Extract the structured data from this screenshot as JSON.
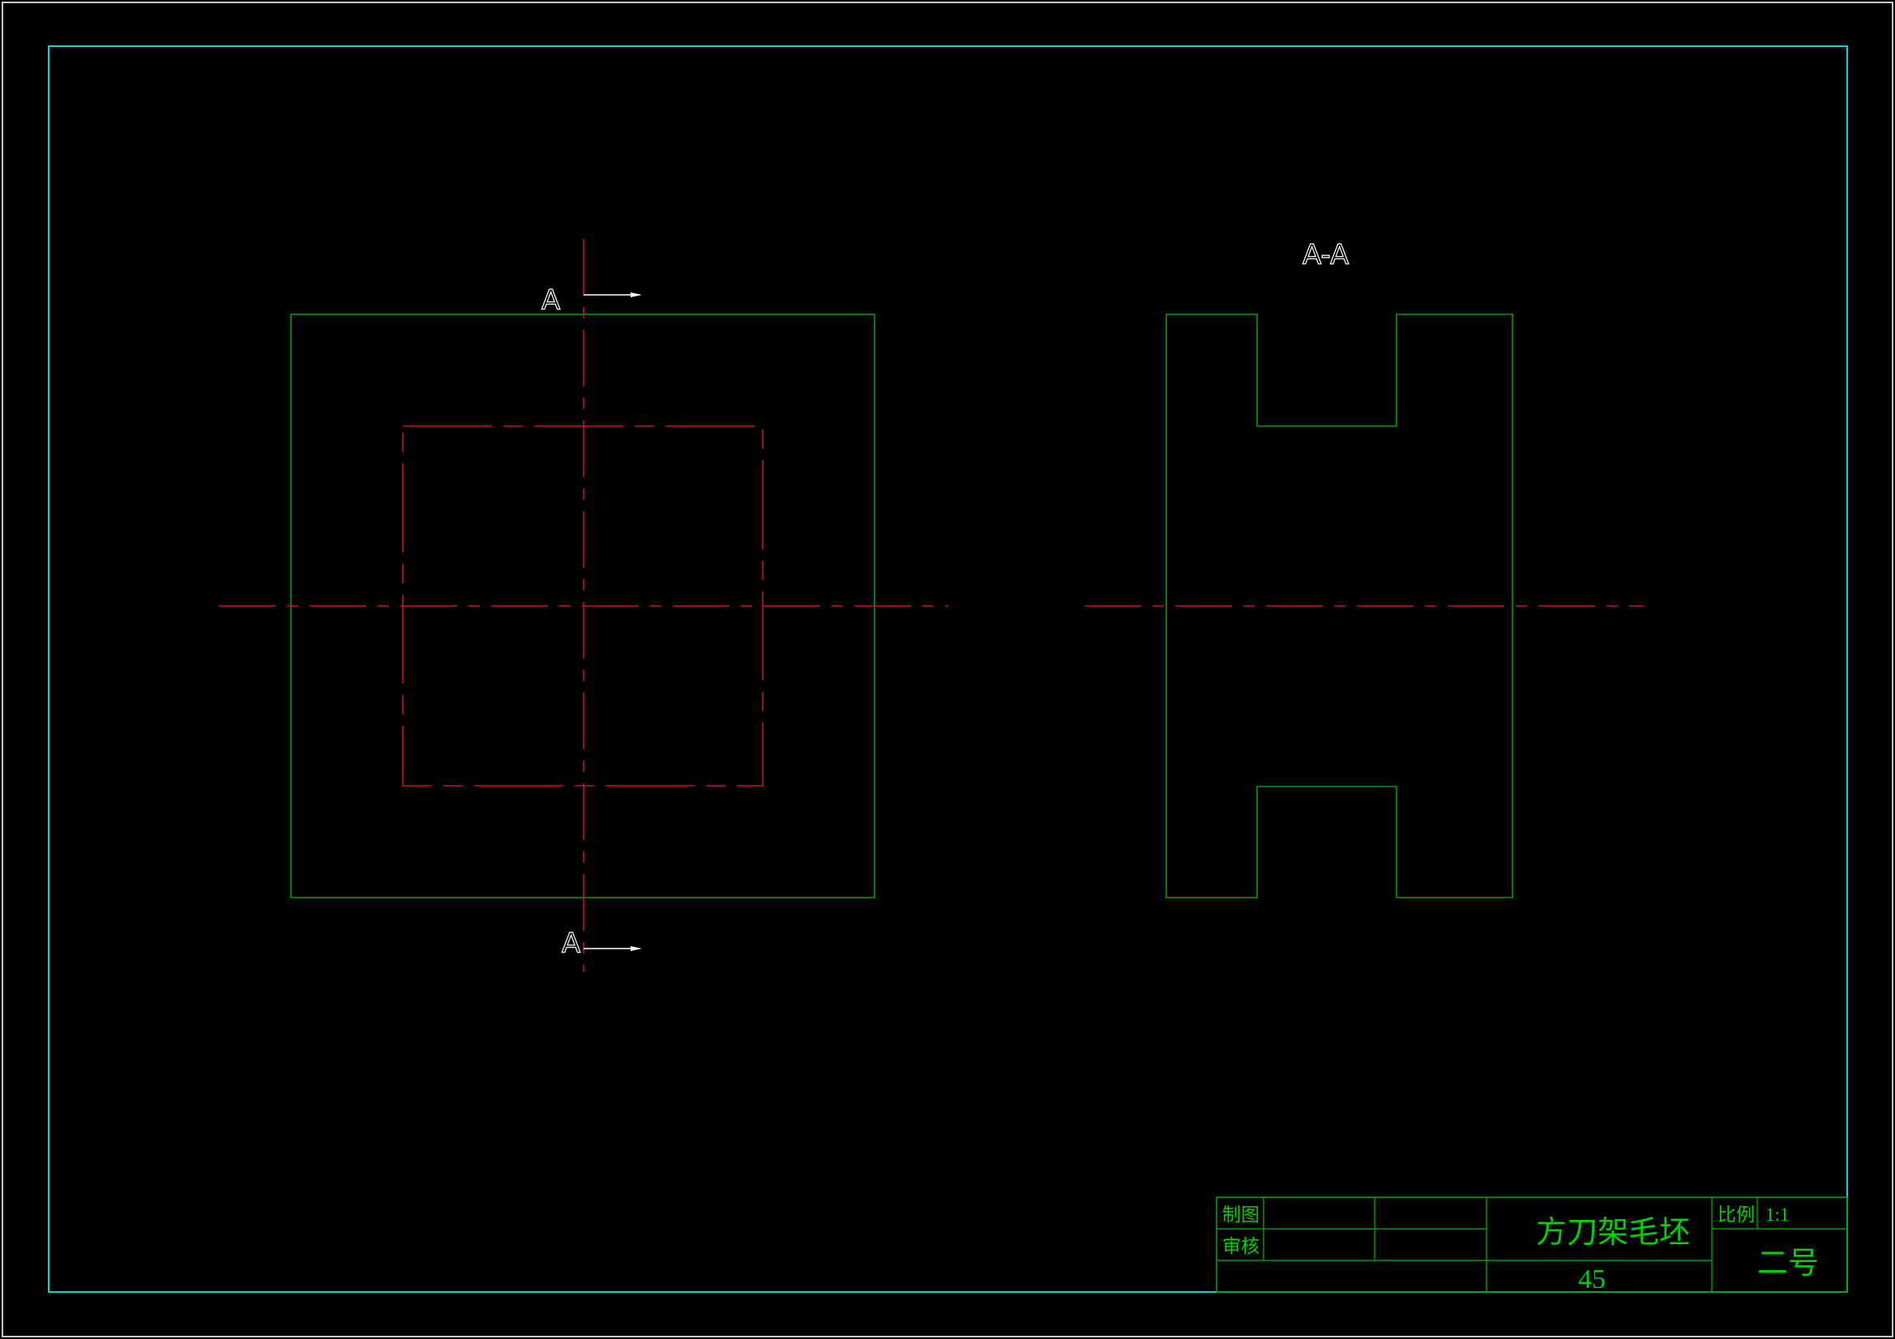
{
  "colors": {
    "background": "#000000",
    "outer_border": "#c8c8c8",
    "inner_frame": "#00d8d8",
    "outline": "#00a000",
    "hidden_and_center": "#c8102e",
    "section_marks": "#ffffff",
    "title_text": "#00d000"
  },
  "front_view": {
    "section_label_top": "A",
    "section_label_bottom": "A"
  },
  "section_view": {
    "title": "A-A"
  },
  "title_block": {
    "drawn_by_label": "制图",
    "checked_by_label": "审核",
    "part_name": "方刀架毛坯",
    "material": "45",
    "scale_label": "比例",
    "scale_value": "1:1",
    "sheet_size": "二号"
  }
}
